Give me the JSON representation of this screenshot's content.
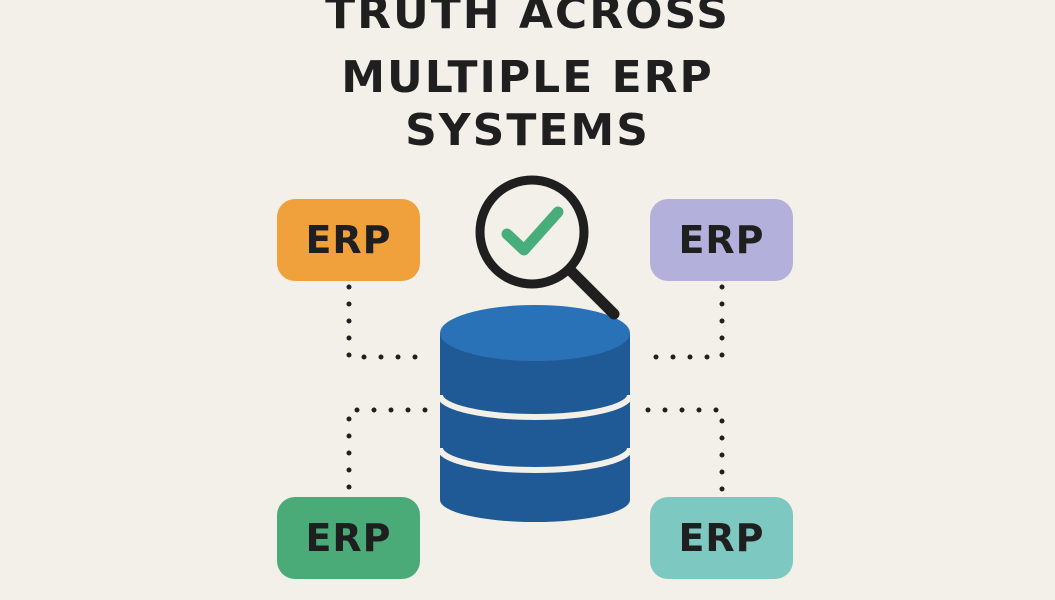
{
  "title": {
    "lines": [
      "TRUTH ACROSS",
      "MULTIPLE ERP",
      "SYSTEMS"
    ]
  },
  "erp_boxes": [
    {
      "label": "ERP",
      "color": "#f0a13c"
    },
    {
      "label": "ERP",
      "color": "#b3b1dc"
    },
    {
      "label": "ERP",
      "color": "#4bab78"
    },
    {
      "label": "ERP",
      "color": "#7dc8c0"
    }
  ],
  "colors": {
    "background": "#f3efe9",
    "database": "#1f5a96",
    "database_top": "#2a72b8",
    "check": "#47ad7a",
    "text": "#1f1f1f"
  }
}
